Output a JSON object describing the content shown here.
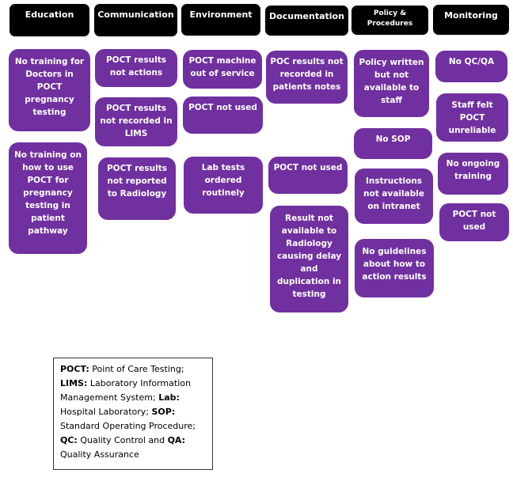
{
  "colors": {
    "header_bg": "#000000",
    "box_bg": "#7030a0",
    "text": "#ffffff"
  },
  "headers": [
    "Education",
    "Communication",
    "Environment",
    "Documentation",
    "Policy & Procedures",
    "Monitoring"
  ],
  "columns": {
    "education": [
      "No training for Doctors in POCT pregnancy testing",
      "No training on how to use POCT for pregnancy testing in patient pathway"
    ],
    "communication": [
      "POCT results not actions",
      "POCT results not recorded in LIMS",
      "POCT results not reported to Radiology"
    ],
    "environment": [
      "POCT machine out of service",
      "POCT not used",
      "Lab tests ordered routinely"
    ],
    "documentation": [
      "POC results not recorded in patients notes",
      "POCT not used",
      "Result not available to Radiology causing delay and duplication in testing"
    ],
    "policy": [
      "Policy written but not available to staff",
      "No SOP",
      "Instructions not available on intranet",
      "No guidelines about how to action results"
    ],
    "monitoring": [
      "No QC/QA",
      "Staff felt POCT unreliable",
      "No ongoing training",
      "POCT not used"
    ]
  },
  "legend": [
    {
      "term": "POCT:",
      "def": " Point of Care Testing; "
    },
    {
      "term": "LIMS:",
      "def": " Laboratory Information Management System; "
    },
    {
      "term": "Lab:",
      "def": " Hospital Laboratory; "
    },
    {
      "term": "SOP:",
      "def": " Standard Operating Procedure; "
    },
    {
      "term": "QC:",
      "def": " Quality Control and "
    },
    {
      "term": "QA:",
      "def": " Quality Assurance"
    }
  ]
}
